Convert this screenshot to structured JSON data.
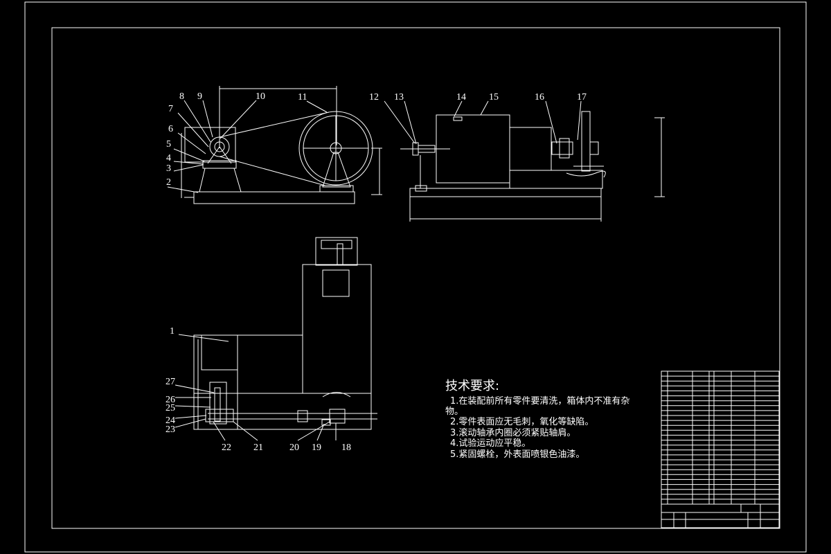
{
  "callouts": [
    {
      "n": "1"
    },
    {
      "n": "2"
    },
    {
      "n": "3"
    },
    {
      "n": "4"
    },
    {
      "n": "5"
    },
    {
      "n": "6"
    },
    {
      "n": "7"
    },
    {
      "n": "8"
    },
    {
      "n": "9"
    },
    {
      "n": "10"
    },
    {
      "n": "11"
    },
    {
      "n": "12"
    },
    {
      "n": "13"
    },
    {
      "n": "14"
    },
    {
      "n": "15"
    },
    {
      "n": "16"
    },
    {
      "n": "17"
    },
    {
      "n": "18"
    },
    {
      "n": "19"
    },
    {
      "n": "20"
    },
    {
      "n": "21"
    },
    {
      "n": "22"
    },
    {
      "n": "23"
    },
    {
      "n": "24"
    },
    {
      "n": "25"
    },
    {
      "n": "26"
    },
    {
      "n": "27"
    }
  ],
  "requirements": {
    "title": "技术要求:",
    "items": [
      "1.在装配前所有零件要清洗，箱体内不准有杂",
      "物。",
      "2.零件表面应无毛刺，氧化等缺陷。",
      "3.滚动轴承内圈必须紧贴轴肩。",
      "4.试验运动应平稳。",
      "5.紧固螺栓，外表面喷银色油漆。"
    ]
  },
  "colors": {
    "background": "#000000",
    "line": "#ffffff",
    "accent_red": "#ff3b3b"
  }
}
